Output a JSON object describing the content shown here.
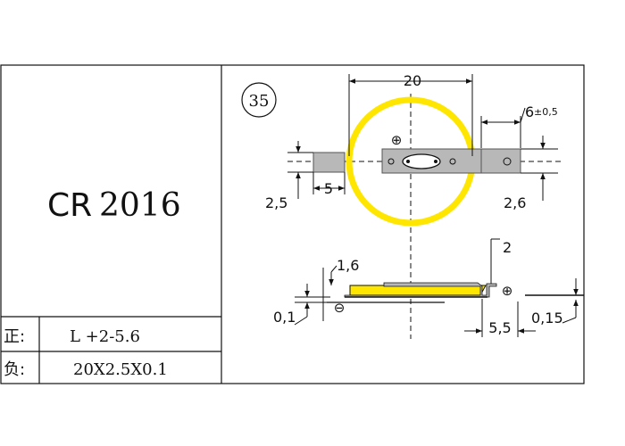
{
  "part": {
    "prefix": "CR",
    "number": "2016"
  },
  "specs": [
    {
      "label": "正:",
      "value": "L +2-5.6"
    },
    {
      "label": "负:",
      "value": "20X2.5X0.1"
    }
  ],
  "figure": {
    "number": "35"
  },
  "dimensions": {
    "diameter": "20",
    "tab_width": "6",
    "tab_width_tol": "±0,5",
    "neg_tab_height": "2,5",
    "neg_tab_length": "5",
    "pos_tab_height": "2,6",
    "cell_thickness": "1,6",
    "offset_height": "2",
    "tab_thickness_left": "0,1",
    "tab_lead": "5,5",
    "tab_thickness_right": "0,15"
  },
  "symbols": {
    "positive": "⊕",
    "negative": "⊖"
  },
  "colors": {
    "cell_ring": "#ffe600",
    "tab_fill": "#b8b8b8",
    "lines": "#111111"
  }
}
